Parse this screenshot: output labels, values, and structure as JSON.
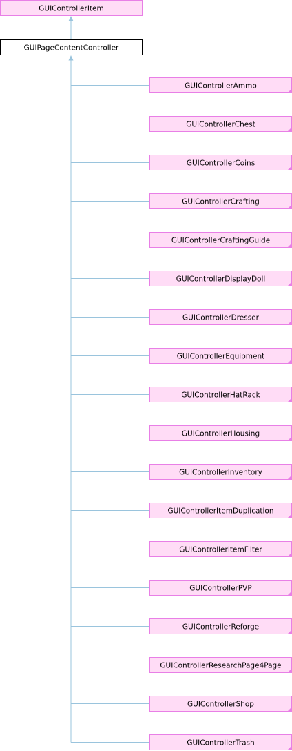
{
  "colors": {
    "base_fill": "#ffdcf6",
    "base_border": "#e87fe6",
    "current_fill": "#ffffff",
    "current_border": "#000000",
    "edge": "#9ac4dd",
    "corner_mark": "#e87fe6"
  },
  "root": {
    "label": "GUIControllerItem"
  },
  "current": {
    "label": "GUIPageContentController"
  },
  "children": [
    {
      "label": "GUIControllerAmmo"
    },
    {
      "label": "GUIControllerChest"
    },
    {
      "label": "GUIControllerCoins"
    },
    {
      "label": "GUIControllerCrafting"
    },
    {
      "label": "GUIControllerCraftingGuide"
    },
    {
      "label": "GUIControllerDisplayDoll"
    },
    {
      "label": "GUIControllerDresser"
    },
    {
      "label": "GUIControllerEquipment"
    },
    {
      "label": "GUIControllerHatRack"
    },
    {
      "label": "GUIControllerHousing"
    },
    {
      "label": "GUIControllerInventory"
    },
    {
      "label": "GUIControllerItemDuplication"
    },
    {
      "label": "GUIControllerItemFilter"
    },
    {
      "label": "GUIControllerPVP"
    },
    {
      "label": "GUIControllerReforge"
    },
    {
      "label": "GUIControllerResearchPage4Page"
    },
    {
      "label": "GUIControllerShop"
    },
    {
      "label": "GUIControllerTrash"
    }
  ]
}
